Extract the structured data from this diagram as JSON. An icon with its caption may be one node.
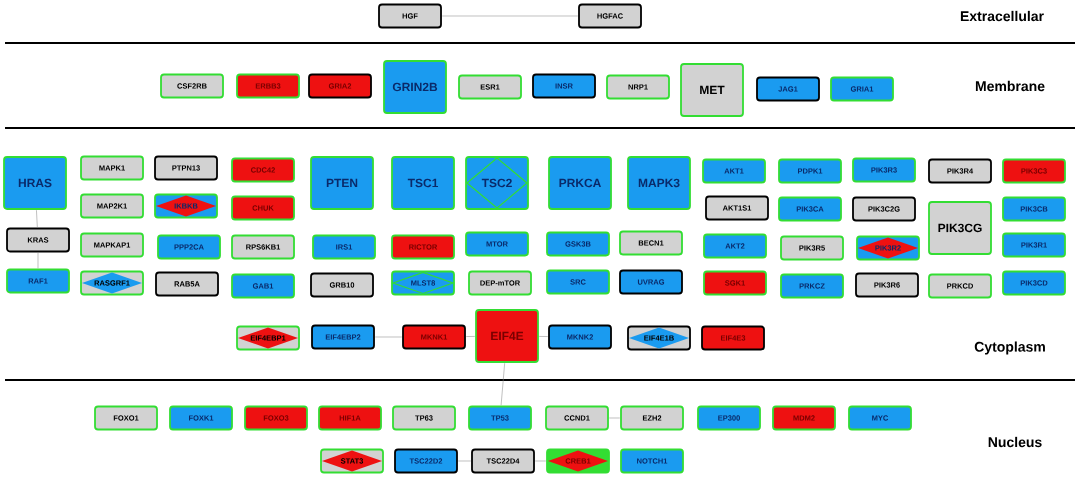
{
  "diagram": {
    "nodes": [
      {
        "text": [
          "HGF"
        ]
      },
      {
        "text": [
          "HGFAC"
        ]
      },
      {
        "text": [
          "CSF2RB"
        ]
      },
      {
        "text": [
          "ERBB3"
        ]
      },
      {
        "text": [
          "GRIA2"
        ]
      },
      {
        "text": [
          "GRIN2B"
        ]
      },
      {
        "text": [
          "ESR1"
        ]
      },
      {
        "text": [
          "INSR"
        ]
      },
      {
        "text": [
          "NRP1"
        ]
      },
      {
        "text": [
          "MET"
        ]
      },
      {
        "text": [
          "JAG1"
        ]
      },
      {
        "text": [
          "GRIA1"
        ]
      },
      {
        "text": [
          "HRAS"
        ]
      },
      {
        "text": [
          "MAPK1"
        ]
      },
      {
        "text": [
          "PTPN13"
        ]
      },
      {
        "text": [
          "CDC42"
        ]
      },
      {
        "text": [
          "PTEN"
        ]
      },
      {
        "text": [
          "TSC1"
        ]
      },
      {
        "text": [
          "TSC2"
        ]
      },
      {
        "text": [
          "PRKCA"
        ]
      },
      {
        "text": [
          "MAPK3"
        ]
      },
      {
        "text": [
          "AKT1"
        ]
      },
      {
        "text": [
          "PDPK1"
        ]
      },
      {
        "text": [
          "PIK3R3"
        ]
      },
      {
        "text": [
          "PIK3R4"
        ]
      },
      {
        "text": [
          "PIK3C3"
        ]
      },
      {
        "text": [
          "MAP2K1"
        ]
      },
      {
        "text": [
          "IKBKB"
        ]
      },
      {
        "text": [
          "CHUK"
        ]
      },
      {
        "text": [
          "AKT1S1"
        ]
      },
      {
        "text": [
          "PIK3CA"
        ]
      },
      {
        "text": [
          "PIK3C2G"
        ]
      },
      {
        "text": [
          "PIK3CG"
        ]
      },
      {
        "text": [
          "PIK3CB"
        ]
      },
      {
        "text": [
          "KRAS"
        ]
      },
      {
        "text": [
          "MAPKAP1"
        ]
      },
      {
        "text": [
          "PPP2CA"
        ]
      },
      {
        "text": [
          "RPS6KB1"
        ]
      },
      {
        "text": [
          "IRS1"
        ]
      },
      {
        "text": [
          "RICTOR"
        ]
      },
      {
        "text": [
          "MTOR"
        ]
      },
      {
        "text": [
          "GSK3B"
        ]
      },
      {
        "text": [
          "BECN1"
        ]
      },
      {
        "text": [
          "AKT2"
        ]
      },
      {
        "text": [
          "PIK3R5"
        ]
      },
      {
        "text": [
          "PIK3R2"
        ]
      },
      {
        "text": [
          "PIK3R1"
        ]
      },
      {
        "text": [
          "RAF1"
        ]
      },
      {
        "text": [
          "RASGRF1"
        ]
      },
      {
        "text": [
          "RAB5A"
        ]
      },
      {
        "text": [
          "GAB1"
        ]
      },
      {
        "text": [
          "GRB10"
        ]
      },
      {
        "text": [
          "MLST8"
        ]
      },
      {
        "text": [
          "DEP-mTOR"
        ]
      },
      {
        "text": [
          "SRC"
        ]
      },
      {
        "text": [
          "UVRAG"
        ]
      },
      {
        "text": [
          "SGK1"
        ]
      },
      {
        "text": [
          "PRKCZ"
        ]
      },
      {
        "text": [
          "PIK3R6"
        ]
      },
      {
        "text": [
          "PRKCD"
        ]
      },
      {
        "text": [
          "PIK3CD"
        ]
      },
      {
        "text": [
          "EIF4EBP1"
        ]
      },
      {
        "text": [
          "EIF4EBP2"
        ]
      },
      {
        "text": [
          "MKNK1"
        ]
      },
      {
        "text": [
          "EIF4E"
        ]
      },
      {
        "text": [
          "MKNK2"
        ]
      },
      {
        "text": [
          "EIF4E1B"
        ]
      },
      {
        "text": [
          "EIF4E3"
        ]
      },
      {
        "text": [
          "FOXO1"
        ]
      },
      {
        "text": [
          "FOXK1"
        ]
      },
      {
        "text": [
          "FOXO3"
        ]
      },
      {
        "text": [
          "HIF1A"
        ]
      },
      {
        "text": [
          "TP63"
        ]
      },
      {
        "text": [
          "TP53"
        ]
      },
      {
        "text": [
          "CCND1"
        ]
      },
      {
        "text": [
          "EZH2"
        ]
      },
      {
        "text": [
          "EP300"
        ]
      },
      {
        "text": [
          "MDM2"
        ]
      },
      {
        "text": [
          "MYC"
        ]
      },
      {
        "text": [
          "STAT3"
        ]
      },
      {
        "text": [
          "TSC22D2"
        ]
      },
      {
        "text": [
          "TSC22D4"
        ]
      },
      {
        "text": [
          "CREB1"
        ]
      },
      {
        "text": [
          "NOTCH1"
        ]
      }
    ],
    "edges": [
      {
        "from": 0,
        "to": 1,
        "arrow": "none"
      },
      {
        "from": 12,
        "to": 34,
        "arrow": "none"
      },
      {
        "from": 34,
        "to": 47,
        "arrow": "none"
      },
      {
        "from": 62,
        "to": 63,
        "arrow": "none"
      },
      {
        "from": 63,
        "to": 64,
        "arrow": "none"
      },
      {
        "from": 64,
        "to": 65,
        "arrow": "none"
      },
      {
        "from": 64,
        "to": 73,
        "arrow": "none"
      },
      {
        "from": 74,
        "to": 75,
        "arrow": "none"
      },
      {
        "from": 80,
        "to": 81,
        "arrow": "none"
      },
      {
        "from": 81,
        "to": 82,
        "arrow": "none"
      }
    ],
    "labels": [
      "Extracellular",
      "Membrane",
      "Cytoplasm",
      "Nucleus"
    ]
  }
}
